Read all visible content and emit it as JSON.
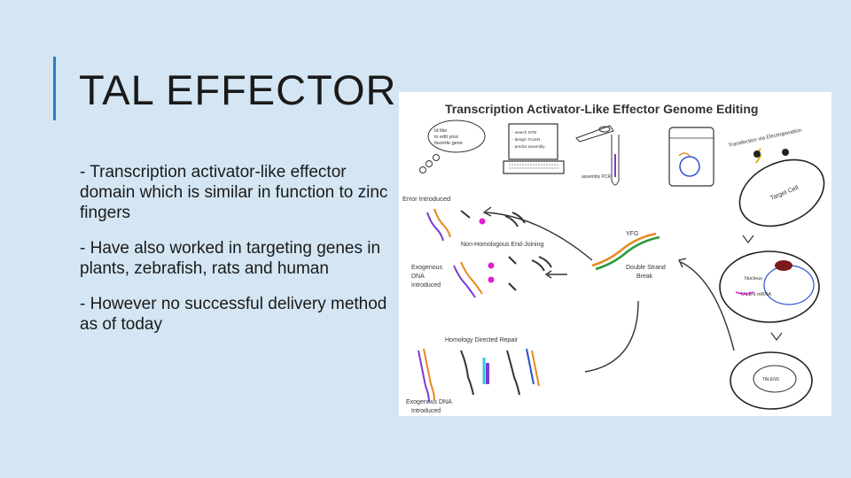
{
  "slide": {
    "title": "TAL EFFECTOR",
    "bullets": [
      "- Transcription activator-like effector domain which is similar in function to zinc fingers",
      "- Have also worked in targeting genes in plants, zebrafish, rats and human",
      "- However no successful delivery method as of today"
    ]
  },
  "figure": {
    "title": "Transcription Activator-Like Effector Genome Editing",
    "thought": [
      "Id like",
      "to edit your",
      "favorite gene"
    ],
    "screen_lines": [
      "- search SITE",
      "- design TALEN",
      "- predict assembly"
    ],
    "assembly": "assembly PCR",
    "electroporation": "Transfection via Electroporation",
    "target_cell": "Target Cell",
    "error_introduced": "Error Introduced",
    "nhej": "Non-Homologous End-Joining",
    "yfg": "YFG",
    "exogenous_top": [
      "Exogenous",
      "DNA",
      "Introduced"
    ],
    "dsb": [
      "Double Strand",
      "Break"
    ],
    "hdr": "Homology Directed Repair",
    "exogenous_bottom": [
      "Exogenous DNA",
      "Introduced"
    ],
    "nucleus": "Nucleus",
    "talen_mrna": "TALEN mRNA",
    "talens": "TALENS",
    "accent_colors": {
      "bar": "#2e7dc0",
      "magenta": "#e020d0",
      "orange": "#e58a1f",
      "purple": "#7a3ccf",
      "green": "#2a9a3a",
      "cyan": "#30c8e8"
    }
  }
}
